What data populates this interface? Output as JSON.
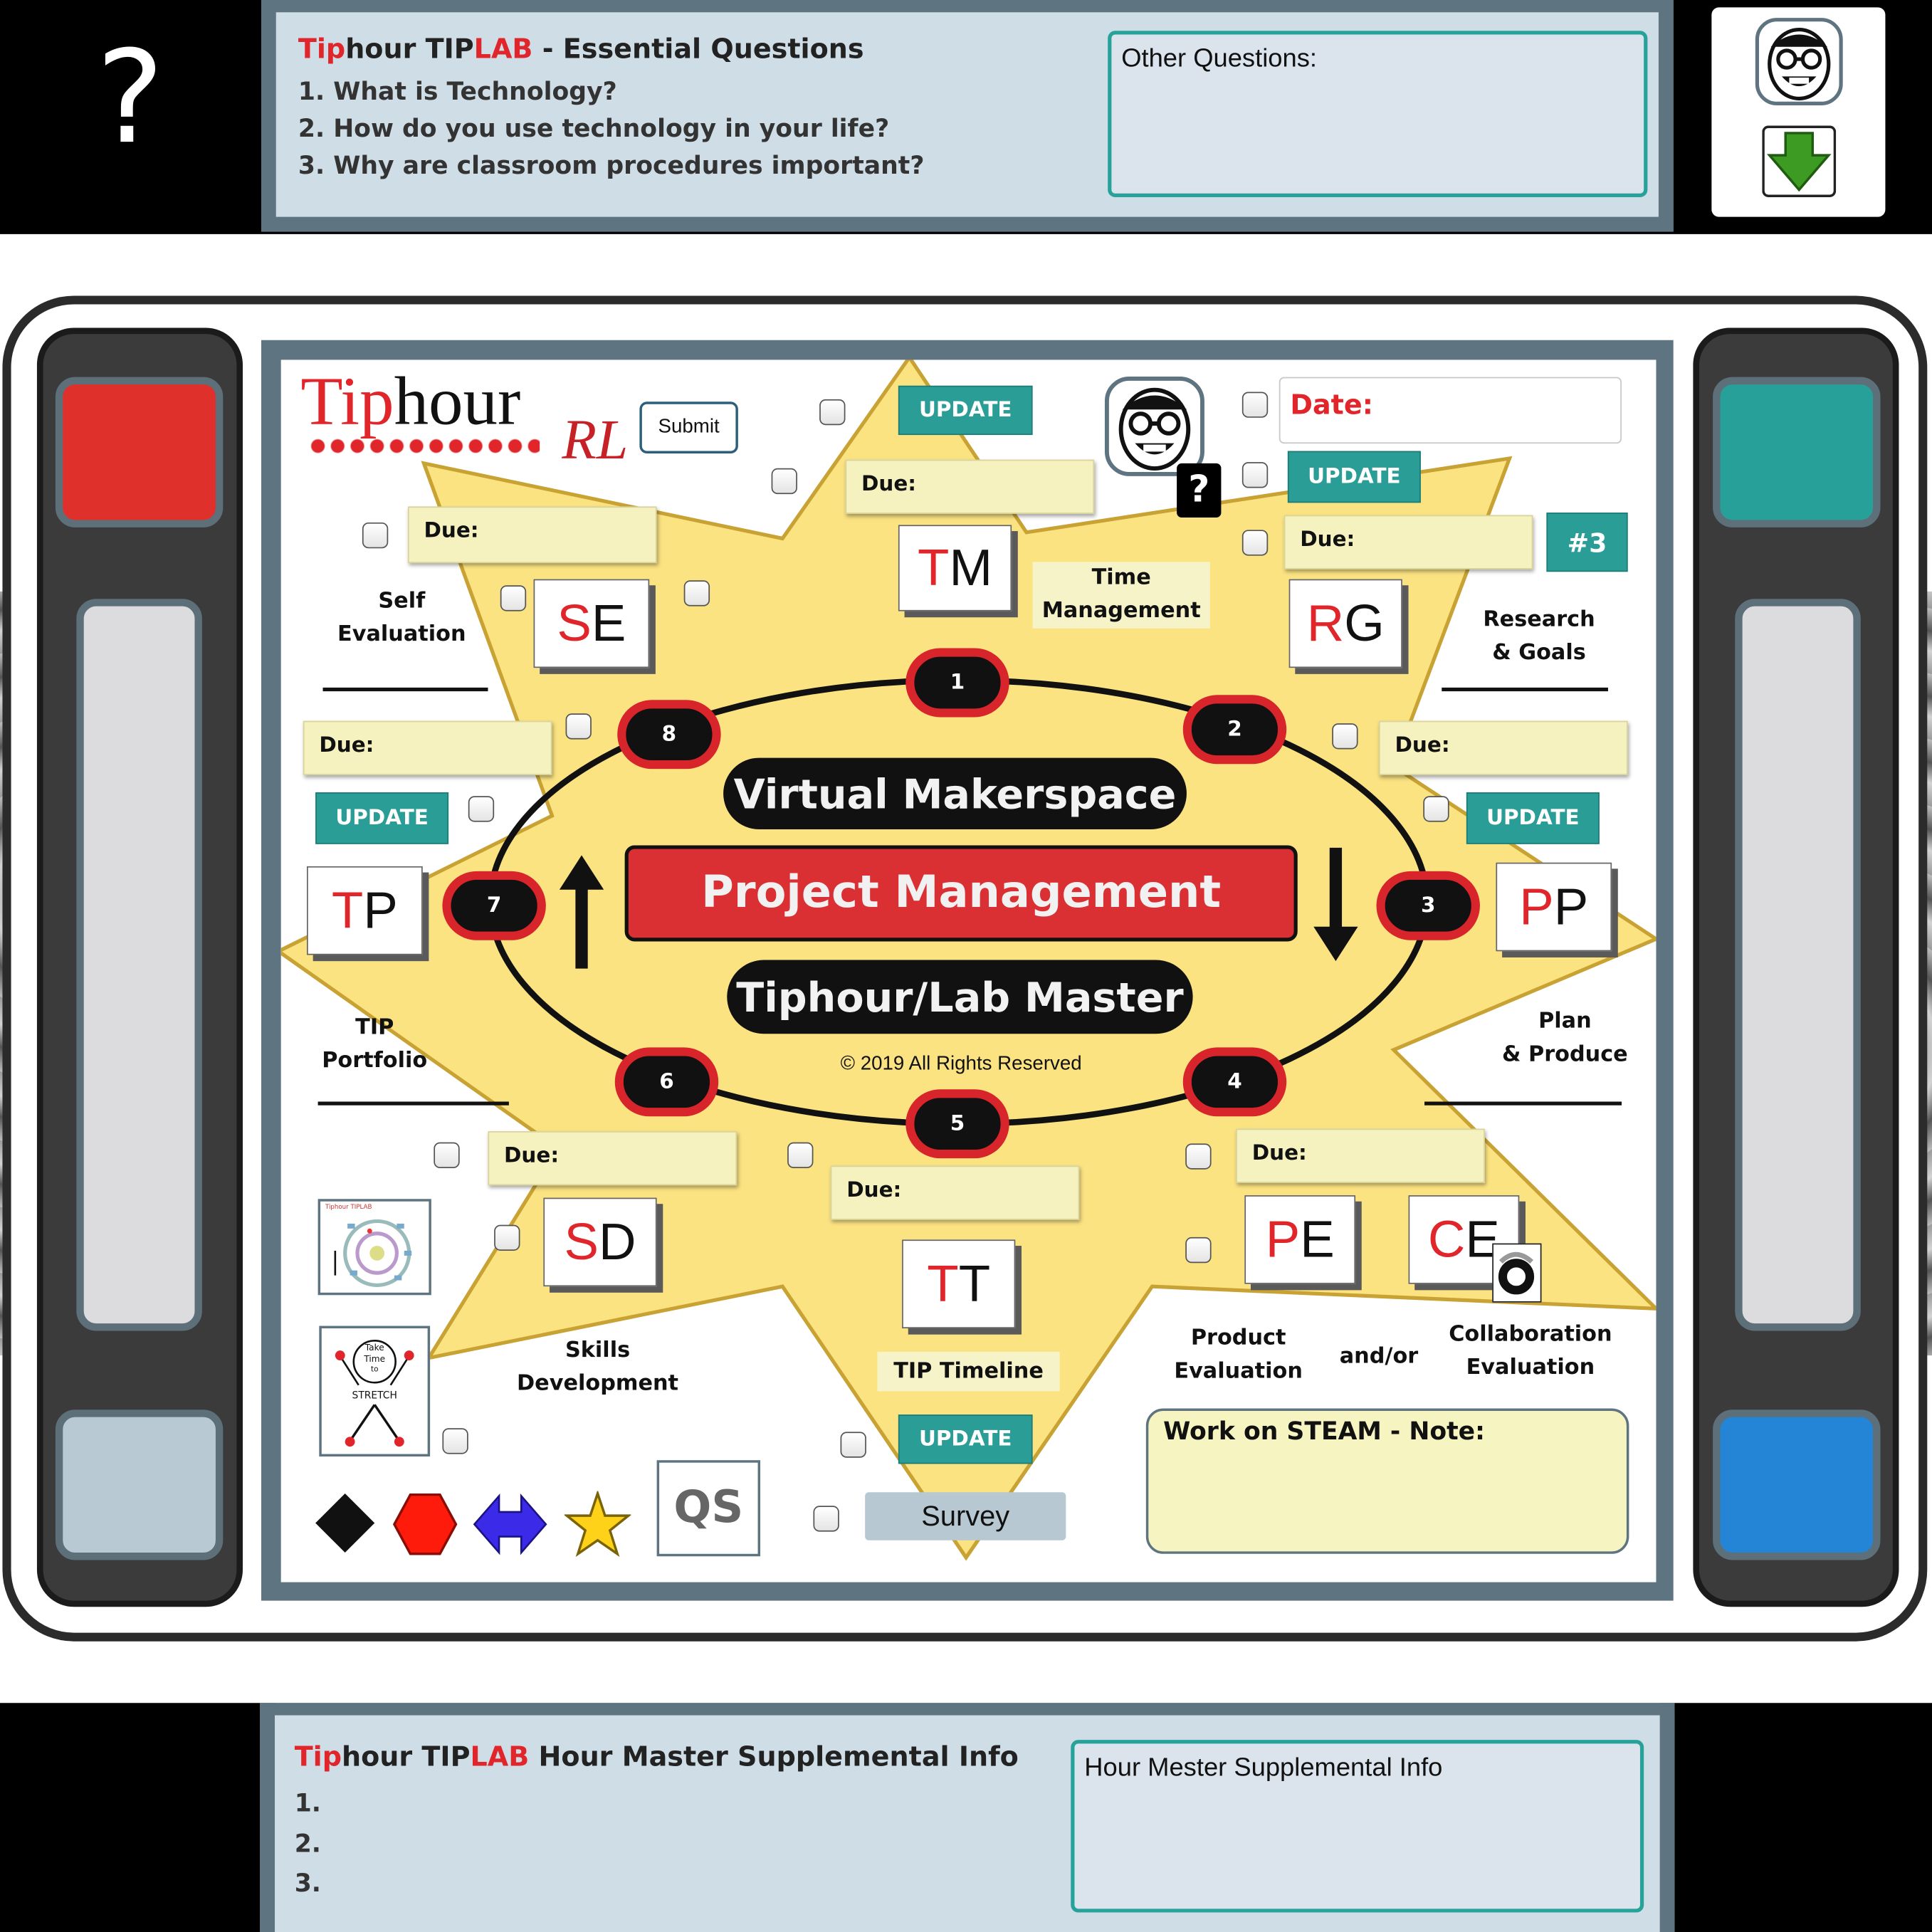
{
  "top": {
    "help_glyph": "?",
    "title_red": "Tip",
    "title_mid": "hour TIP",
    "title_lab": "LAB",
    "title_rest": " - Essential Questions",
    "questions": [
      "1. What is Technology?",
      "2. How do you use technology in your life?",
      "3. Why are classroom procedures important?"
    ],
    "other_label": "Other Questions:",
    "avatar_icon": "teacher-face-icon",
    "download_icon": "green-down-arrow-icon"
  },
  "bottom": {
    "title_red": "Tip",
    "title_mid": "hour TIP",
    "title_lab": "LAB",
    "title_rest": " Hour Master Supplemental Info",
    "items": [
      "1.",
      "2.",
      "3."
    ],
    "note_label": "Hour  Mester Supplemental Info"
  },
  "board": {
    "logo_red": "Tip",
    "logo_rest": "hour",
    "logo_rl": "RL",
    "submit_label": "Submit",
    "date_label": "Date:",
    "badge": "#3",
    "help_glyph": "?",
    "update_label": "UPDATE",
    "due_label": "Due:",
    "center": {
      "top_label": "Virtual Makerspace",
      "main_label": "Project Management",
      "bottom_label": "Tiphour/Lab Master",
      "copyright": "© 2019 All Rights Reserved"
    },
    "numbers": [
      "1",
      "2",
      "3",
      "4",
      "5",
      "6",
      "7",
      "8"
    ],
    "tiles": {
      "tm": {
        "a": "T",
        "b": "M"
      },
      "rg": {
        "a": "R",
        "b": "G"
      },
      "pp": {
        "a": "P",
        "b": "P"
      },
      "pe": {
        "a": "P",
        "b": "E"
      },
      "ce": {
        "a": "C",
        "b": "E"
      },
      "tt": {
        "a": "T",
        "b": "T"
      },
      "sd": {
        "a": "S",
        "b": "D"
      },
      "tp": {
        "a": "T",
        "b": "P"
      },
      "se": {
        "a": "S",
        "b": "E"
      }
    },
    "labels": {
      "time_1": "Time",
      "time_2": "Management",
      "research_1": "Research",
      "research_2": "& Goals",
      "plan_1": "Plan",
      "plan_2": "& Produce",
      "product_1": "Product",
      "product_2": "Evaluation",
      "andor": "and/or",
      "collab_1": "Collaboration",
      "collab_2": "Evaluation",
      "timeline": "TIP Timeline",
      "skills_1": "Skills",
      "skills_2": "Development",
      "portfolio_1": "TIP",
      "portfolio_2": "Portfolio",
      "self_1": "Self",
      "self_2": "Evaluation"
    },
    "qs_label": "QS",
    "survey_label": "Survey",
    "note_label": "Work on STEAM - Note:",
    "stretch_top": "Take",
    "stretch_mid1": "Time",
    "stretch_mid2": "to",
    "stretch_bottom": "STRETCH",
    "mini_title": "Tiphour TIPLAB",
    "shapes": [
      "black-diamond-icon",
      "red-hexagon-icon",
      "blue-double-arrow-icon",
      "yellow-star-icon"
    ]
  },
  "colors": {
    "accent_red": "#e0262a",
    "teal": "#2a9d96",
    "star_yellow": "#fbe382",
    "side_red": "#e0302c",
    "side_teal": "#27a099",
    "side_blue": "#2484d6",
    "side_grey": "#b8c9d3"
  }
}
